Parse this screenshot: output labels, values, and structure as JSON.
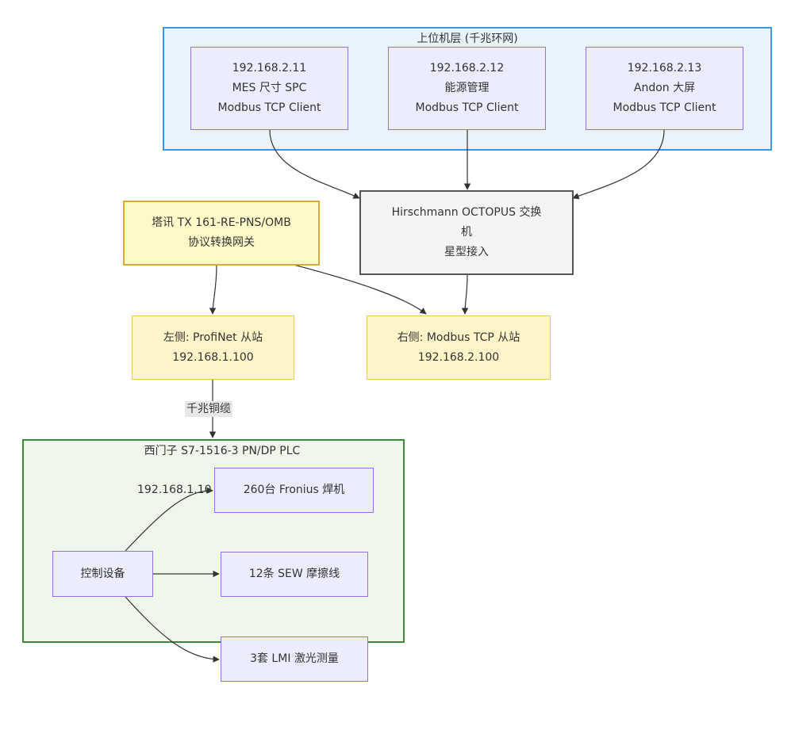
{
  "groups": {
    "upper": {
      "title": "上位机层 (千兆环网)"
    },
    "plc": {
      "title": "西门子 S7-1516-3 PN/DP PLC",
      "ip": "192.168.1.10"
    }
  },
  "nodes": {
    "mes": {
      "lines": [
        "192.168.2.11",
        "MES 尺寸 SPC",
        "Modbus TCP Client"
      ]
    },
    "energy": {
      "lines": [
        "192.168.2.12",
        "能源管理",
        "Modbus TCP Client"
      ]
    },
    "andon": {
      "lines": [
        "192.168.2.13",
        "Andon 大屏",
        "Modbus TCP Client"
      ]
    },
    "switch": {
      "lines": [
        "Hirschmann OCTOPUS 交换",
        "机",
        "星型接入"
      ]
    },
    "gateway": {
      "lines": [
        "塔讯 TX 161-RE-PNS/OMB",
        "协议转换网关"
      ]
    },
    "left_slave": {
      "lines": [
        "左侧: ProfiNet 从站",
        "192.168.1.100"
      ]
    },
    "right_slave": {
      "lines": [
        "右侧: Modbus TCP 从站",
        "192.168.2.100"
      ]
    },
    "control": {
      "label": "控制设备"
    },
    "welders": {
      "label": "260台 Fronius 焊机"
    },
    "friction": {
      "label": "12条 SEW 摩擦线"
    },
    "laser": {
      "label": "3套 LMI 激光测量"
    }
  },
  "edge_labels": {
    "copper": "千兆铜缆"
  },
  "colors": {
    "node_fill": "#ececff",
    "node_border": "#9370db",
    "upper_group_fill": "#e8f3fc",
    "upper_group_border": "#3c95e8",
    "plc_group_fill": "#eff6ec",
    "plc_group_border": "#3a8a3a",
    "gateway_fill": "#fff9c9",
    "gateway_border": "#d8ac3c",
    "switch_fill": "#f4f4f4",
    "switch_border": "#555555",
    "edge": "#333333"
  }
}
